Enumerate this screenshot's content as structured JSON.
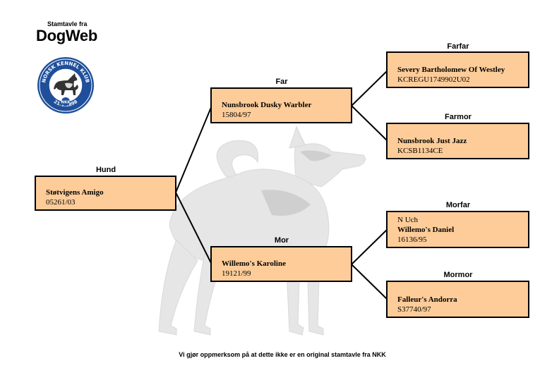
{
  "header": {
    "subtitle": "Stamtavle fra",
    "brand": "DogWeb"
  },
  "logo": {
    "text_top": "NORSK KENNEL KLUB",
    "text_bottom": "21.1.1898",
    "center_text": "NKK"
  },
  "pedigree": {
    "hund": {
      "label": "Hund",
      "title": "",
      "name": "Støtvigens Amigo",
      "reg": "05261/03"
    },
    "far": {
      "label": "Far",
      "title": "",
      "name": "Nunsbrook Dusky Warbler",
      "reg": "15804/97"
    },
    "mor": {
      "label": "Mor",
      "title": "",
      "name": "Willemo's Karoline",
      "reg": "19121/99"
    },
    "farfar": {
      "label": "Farfar",
      "title": "",
      "name": "Severy Bartholomew Of Westley",
      "reg": "KCREGU1749902U02"
    },
    "farmor": {
      "label": "Farmor",
      "title": "",
      "name": "Nunsbrook Just Jazz",
      "reg": "KCSB1134CE"
    },
    "morfar": {
      "label": "Morfar",
      "title": "N Uch",
      "name": "Willemo's Daniel",
      "reg": "16136/95"
    },
    "mormor": {
      "label": "Mormor",
      "title": "",
      "name": "Falleur's Andorra",
      "reg": "S37740/97"
    }
  },
  "disclaimer": "Vi gjør oppmerksom på at dette ikke er en original stamtavle fra NKK",
  "colors": {
    "box_fill": "#fdcc99",
    "border": "#000000",
    "logo_blue": "#1f4f9a"
  }
}
